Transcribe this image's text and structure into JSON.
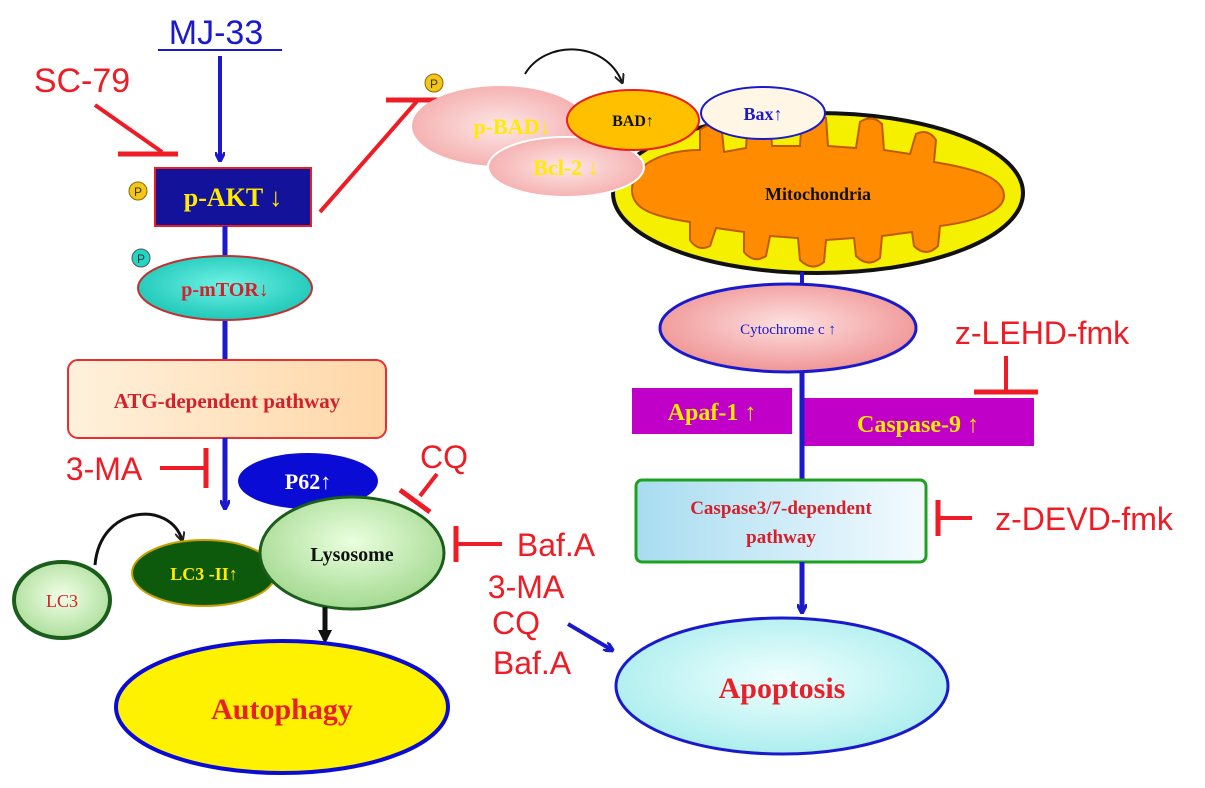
{
  "colors": {
    "inhibitor_red": "#ee1c24",
    "pathway_blue": "#1a1acc",
    "label_red": "#e8202a",
    "label_yellow": "#ffea00",
    "navy": "#10108a",
    "magenta": "#c000c8",
    "dark_green": "#0d5a0d",
    "mito_outer": "#f5ef00",
    "mito_inner": "#ff8c00",
    "autophagy_fill": "#fff200",
    "apoptosis_fill": "#bff6f6",
    "lysosome_fill": "#b9e6a8",
    "cytc_fill": "#f4a4a4",
    "pbad_fill": "#f6b6b6",
    "bad_fill": "#ffc000",
    "ptor_fill": "#22d6c6",
    "caspase37_fill": "#d6f0f6"
  },
  "labels": {
    "mj33": "MJ-33",
    "sc79": "SC-79",
    "p_badge": "P",
    "pakt": "p-AKT ↓",
    "pmtor": "p-mTOR↓",
    "atg": "ATG-dependent pathway",
    "three_ma": "3-MA",
    "p62": "P62↑",
    "cq": "CQ",
    "lysosome": "Lysosome",
    "bafa": "Baf.A",
    "lc3": "LC3",
    "lc3ii": "LC3 -II↑",
    "autophagy": "Autophagy",
    "pbad": "p-BAD↓",
    "bad": "BAD↑",
    "bax": "Bax↑",
    "bcl2": "Bcl-2 ↓",
    "mitochondria": "Mitochondria",
    "cytc": "Cytochrome c ↑",
    "zlehd": "z-LEHD-fmk",
    "apaf1": "Apaf-1 ↑",
    "casp9": "Caspase-9 ↑",
    "casp37_line1": "Caspase3/7-dependent",
    "casp37_line2": "pathway",
    "zdevd": "z-DEVD-fmk",
    "combo_3ma": "3-MA",
    "combo_cq": "CQ",
    "combo_bafa": "Baf.A",
    "apoptosis": "Apoptosis"
  },
  "icons": {
    "inhibition": "t-bar-inhibition-icon",
    "activation": "arrow-icon"
  }
}
